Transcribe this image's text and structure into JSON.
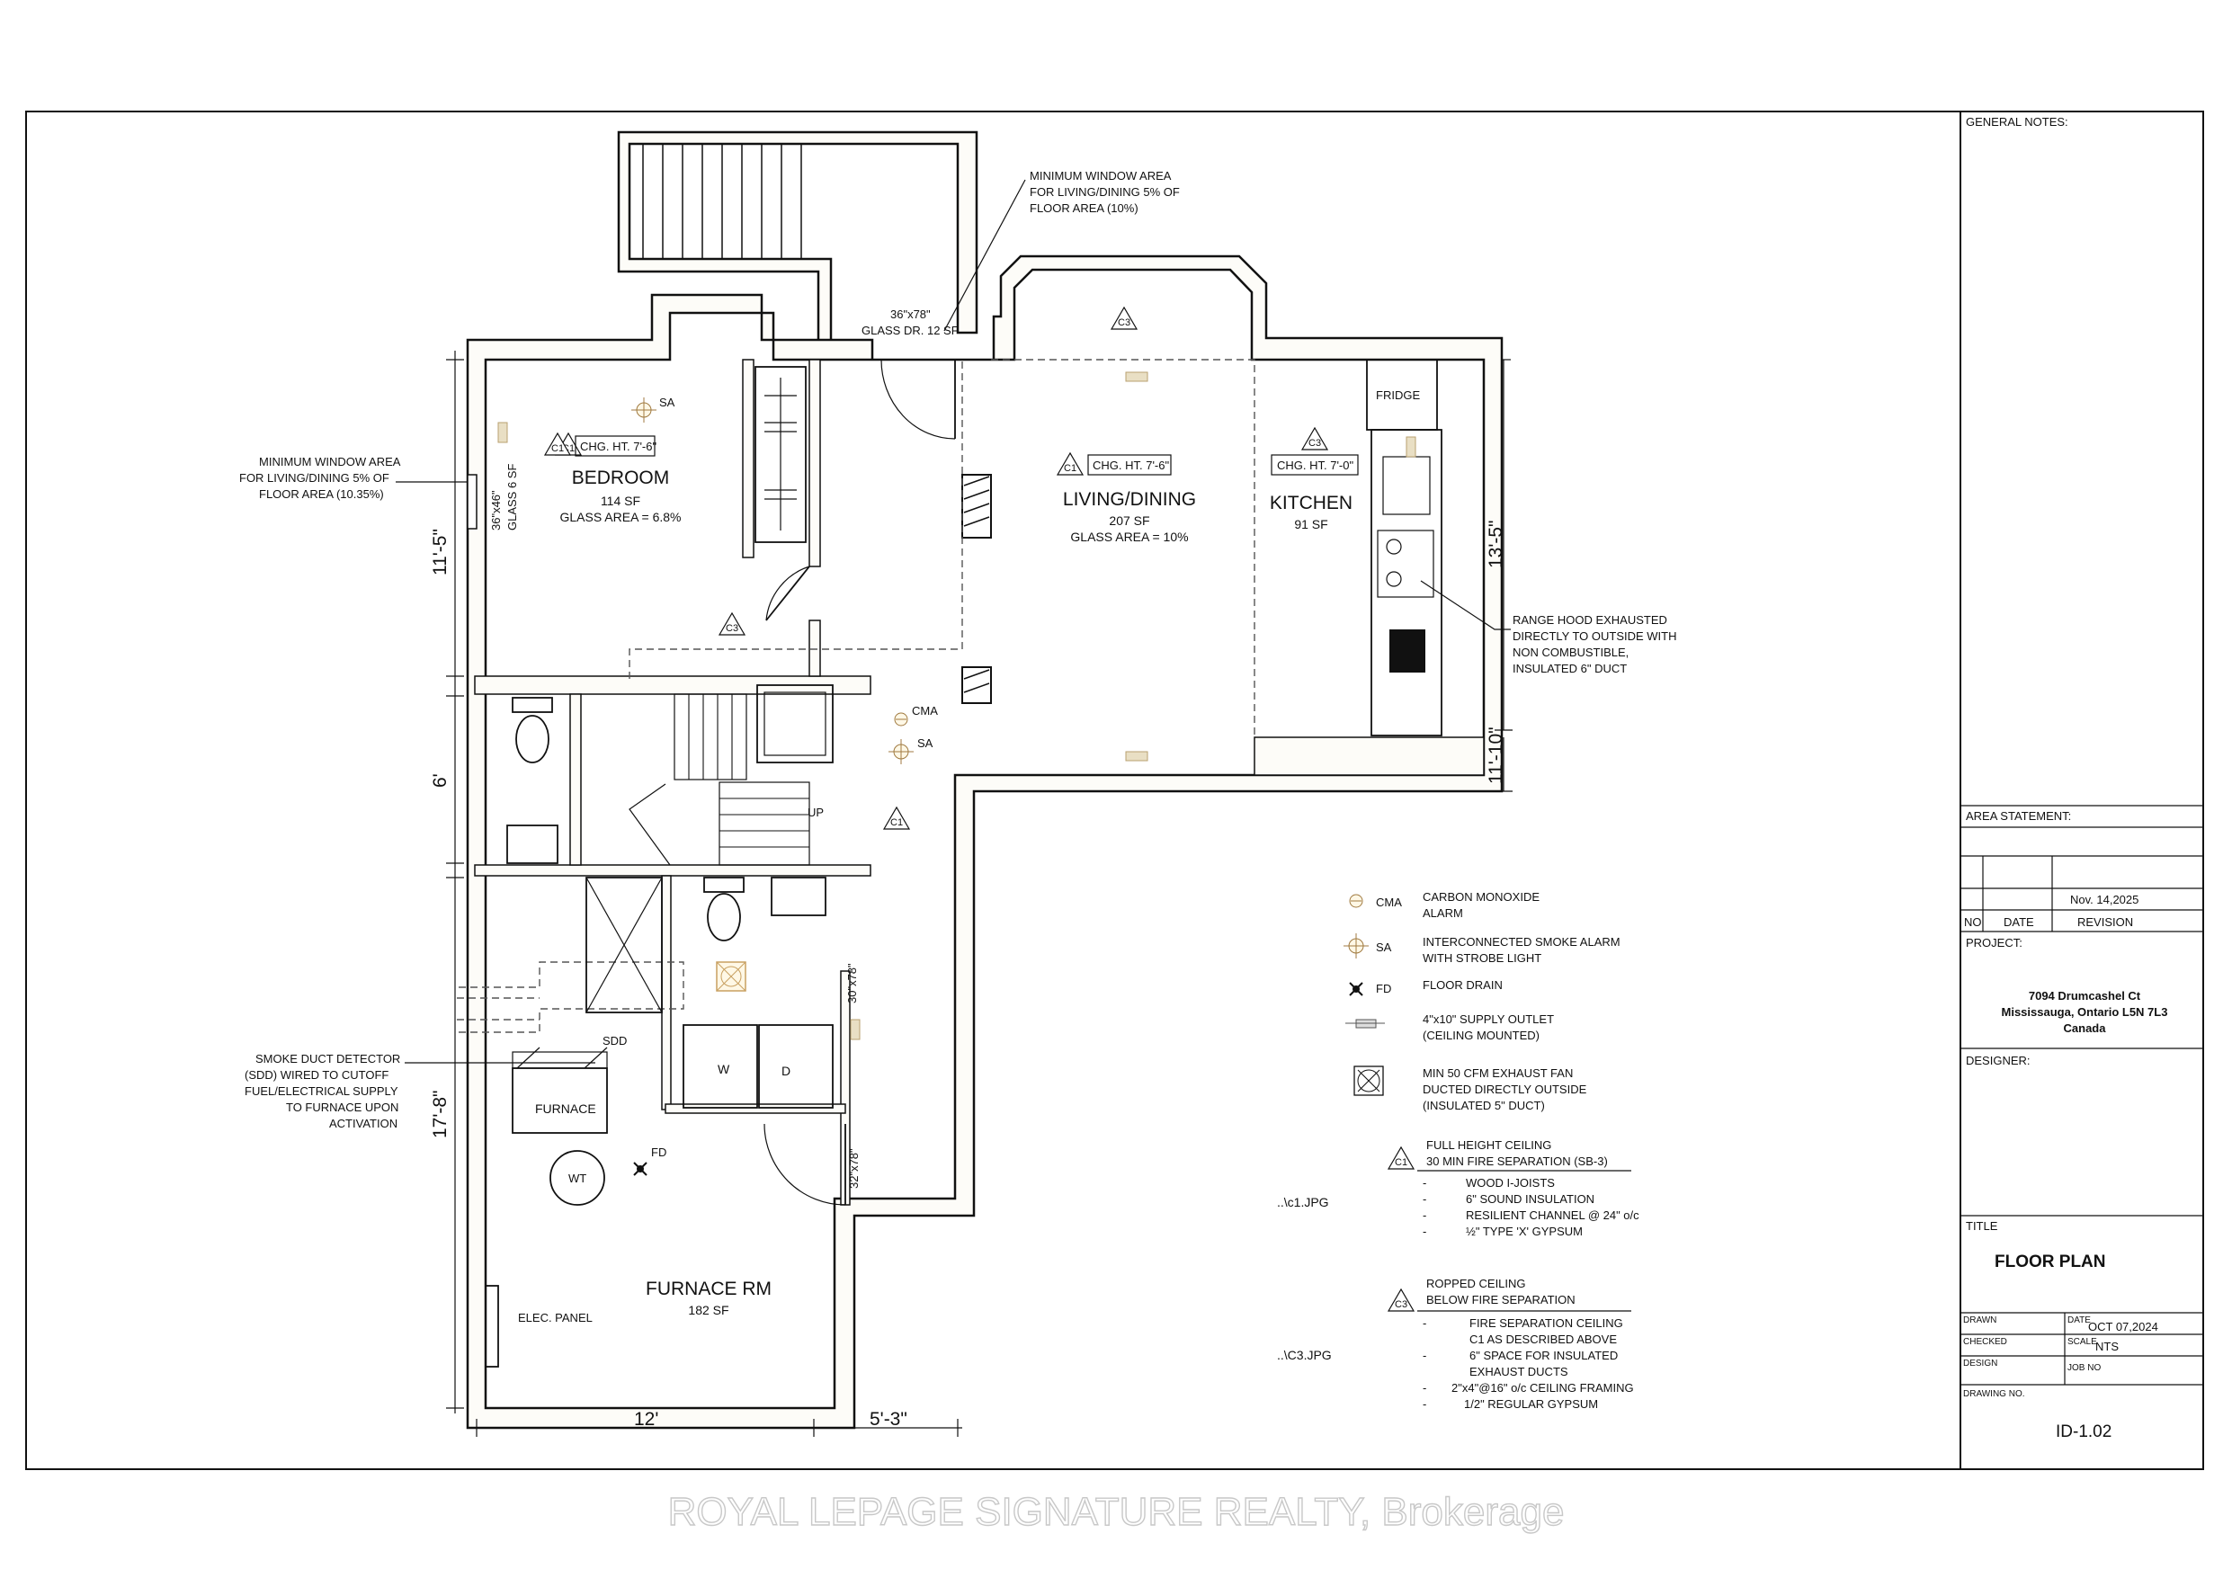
{
  "rooms": {
    "bedroom": {
      "name": "BEDROOM",
      "area": "114 SF",
      "glass": "GLASS AREA = 6.8%",
      "ceiling": "CHG. HT. 7'-6\"",
      "tag": "C1"
    },
    "living": {
      "name": "LIVING/DINING",
      "area": "207 SF",
      "glass": "GLASS AREA = 10%",
      "ceiling": "CHG. HT. 7'-6\"",
      "tag": "C1"
    },
    "kitchen": {
      "name": "KITCHEN",
      "area": "91 SF",
      "ceiling": "CHG. HT. 7'-0\"",
      "tag": "C3"
    },
    "furnace_rm": {
      "name": "FURNACE RM",
      "area": "182 SF"
    }
  },
  "fixtures": {
    "fridge": "FRIDGE",
    "furnace": "FURNACE",
    "wt": "WT",
    "washer": "W",
    "dryer": "D",
    "elec_panel": "ELEC. PANEL",
    "up": "UP",
    "sdd": "SDD",
    "fd": "FD",
    "cma": "CMA",
    "sa": "SA",
    "c1": "C1",
    "c3": "C3"
  },
  "openings": {
    "bedroom_window": "36\"x46\"",
    "bedroom_glass": "GLASS 6 SF",
    "glass_door": "36\"x78\"",
    "glass_door_area": "GLASS DR. 12 SF",
    "door_30": "30\"x78\"",
    "door_32": "32\"x78\""
  },
  "dimensions": {
    "left_top": "11'-5\"",
    "left_mid": "6'",
    "left_bottom": "17'-8\"",
    "right_top": "13'-5\"",
    "right_bottom": "11'-10\"",
    "bottom_left": "12'",
    "bottom_right": "5'-3\""
  },
  "callouts": {
    "window_living": [
      "MINIMUM WINDOW AREA",
      "FOR LIVING/DINING 5% OF",
      "FLOOR AREA (10%)"
    ],
    "window_bedroom": [
      "MINIMUM WINDOW AREA",
      "FOR LIVING/DINING 5% OF",
      "FLOOR AREA (10.35%)"
    ],
    "range_hood": [
      "RANGE HOOD EXHAUSTED",
      "DIRECTLY TO OUTSIDE WITH",
      "NON  COMBUSTIBLE,",
      "INSULATED 6\" DUCT"
    ],
    "smoke_duct": [
      "SMOKE DUCT DETECTOR",
      "(SDD) WIRED TO CUTOFF",
      "FUEL/ELECTRICAL SUPPLY",
      "TO FURNACE UPON",
      "ACTIVATION"
    ]
  },
  "legend": {
    "cma": {
      "code": "CMA",
      "lines": [
        "CARBON MONOXIDE",
        "ALARM"
      ]
    },
    "sa": {
      "code": "SA",
      "lines": [
        "INTERCONNECTED SMOKE ALARM",
        "WITH STROBE LIGHT"
      ]
    },
    "fd": {
      "code": "FD",
      "lines": [
        "FLOOR DRAIN"
      ]
    },
    "supply": {
      "lines": [
        "4\"x10\" SUPPLY OUTLET",
        "(CEILING MOUNTED)"
      ]
    },
    "fan": {
      "lines": [
        "MIN 50 CFM EXHAUST FAN",
        "DUCTED DIRECTLY OUTSIDE",
        "(INSULATED 5\" DUCT)"
      ]
    },
    "c1": {
      "tag": "C1",
      "title": [
        "FULL HEIGHT CEILING",
        "30 MIN FIRE SEPARATION (SB-3)"
      ],
      "ref": "..\\c1.JPG",
      "items": [
        "WOOD I-JOISTS",
        "6\" SOUND INSULATION",
        "RESILIENT CHANNEL @ 24\" o/c",
        "½\" TYPE 'X' GYPSUM"
      ]
    },
    "c3": {
      "tag": "C3",
      "title": [
        "ROPPED CEILING",
        "BELOW FIRE SEPARATION"
      ],
      "ref": "..\\C3.JPG",
      "items": [
        "FIRE SEPARATION CEILING",
        "C1 AS DESCRIBED ABOVE",
        "6\" SPACE FOR INSULATED",
        "EXHAUST DUCTS",
        "2\"x4\"@16\" o/c CEILING FRAMING",
        "1/2\" REGULAR GYPSUM"
      ]
    }
  },
  "title_block": {
    "general_notes": "GENERAL NOTES:",
    "area_statement": "AREA STATEMENT:",
    "rev_date": "Nov. 14,2025",
    "no": "NO",
    "date": "DATE",
    "revision": "REVISION",
    "project_label": "PROJECT:",
    "project": [
      "7094 Drumcashel Ct",
      "Mississauga, Ontario L5N 7L3",
      "Canada"
    ],
    "designer": "DESIGNER:",
    "title_label": "TITLE",
    "title": "FLOOR PLAN",
    "drawn": "DRAWN",
    "date_label": "DATE",
    "date_value": "OCT 07,2024",
    "checked": "CHECKED",
    "scale_label": "SCALE",
    "scale_value": "NTS",
    "design": "DESIGN",
    "job_no": "JOB NO",
    "drawing_no_label": "DRAWING NO.",
    "drawing_no": "ID-1.02"
  },
  "watermark": "ROYAL LEPAGE SIGNATURE REALTY, Brokerage"
}
